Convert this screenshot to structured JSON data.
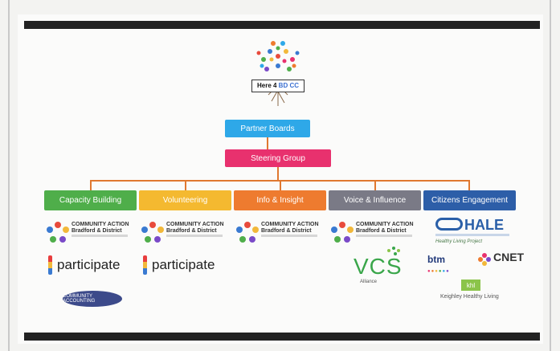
{
  "logo": {
    "text_main": "Here 4 ",
    "text_accent": "BD CC"
  },
  "partner_boards": "Partner Boards",
  "steering_group": "Steering Group",
  "categories": [
    {
      "label": "Capacity Building",
      "color": "#4fae4a"
    },
    {
      "label": "Volunteering",
      "color": "#f4b930"
    },
    {
      "label": "Info & Insight",
      "color": "#ee7b2f"
    },
    {
      "label": "Voice & Influence",
      "color": "#7a7a86"
    },
    {
      "label": "Citizens Engagement",
      "color": "#2d5ea8"
    }
  ],
  "community_action": {
    "line1": "COMMUNITY ACTION",
    "line2": "Bradford & District"
  },
  "participate": "participate",
  "community_accounting": "COMMUNITY ACCOUNTING",
  "vcs": {
    "name": "VCS",
    "sub": "Alliance"
  },
  "hale": {
    "name": "HALE",
    "tagline": "Healthy Living Project"
  },
  "btm": {
    "name": "btm"
  },
  "cnet": {
    "name": "CNET"
  },
  "khl": {
    "name": "khl",
    "caption": "Keighley Healthy Living"
  },
  "colors": {
    "connector": "#e07830",
    "partner": "#2ea8e8",
    "steering": "#e8316e"
  }
}
